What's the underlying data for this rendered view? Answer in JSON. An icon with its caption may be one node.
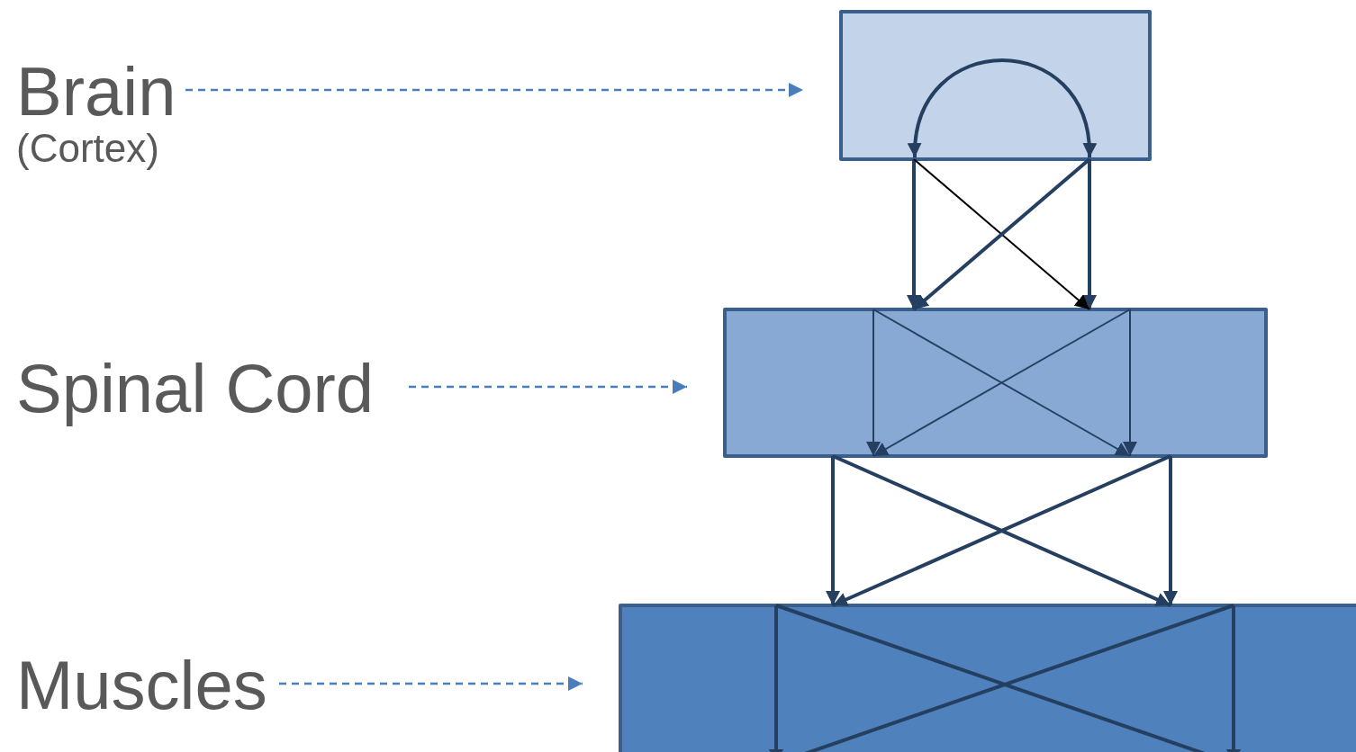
{
  "diagram": {
    "nodes": [
      {
        "text": [
          "Brain",
          "(Cortex)"
        ]
      },
      {
        "text": [
          "Spinal Cord"
        ]
      },
      {
        "text": [
          "Muscles"
        ]
      },
      {
        "text": [],
        "shape": "box"
      },
      {
        "text": [],
        "shape": "box"
      },
      {
        "text": [],
        "shape": "box"
      }
    ],
    "edges": [
      {
        "from": 0,
        "to": 3,
        "arrow": "to",
        "style": "dashed",
        "color": "#4a7ebb"
      },
      {
        "from": 1,
        "to": 4,
        "arrow": "to",
        "style": "dashed",
        "color": "#4a7ebb"
      },
      {
        "from": 2,
        "to": 5,
        "arrow": "to",
        "style": "dashed",
        "color": "#4a7ebb"
      },
      {
        "from": 3,
        "to": 3,
        "arrow": "both"
      },
      {
        "from": 3,
        "to": 4,
        "arrow": "to"
      },
      {
        "from": 3,
        "to": 4,
        "arrow": "to"
      },
      {
        "from": 3,
        "to": 4,
        "arrow": "to",
        "color": "#000000"
      },
      {
        "from": 3,
        "to": 4,
        "arrow": "to"
      },
      {
        "from": 4,
        "to": 4,
        "arrow": "to"
      },
      {
        "from": 4,
        "to": 4,
        "arrow": "to"
      },
      {
        "from": 4,
        "to": 4,
        "arrow": "to"
      },
      {
        "from": 4,
        "to": 4,
        "arrow": "to"
      },
      {
        "from": 4,
        "to": 5,
        "arrow": "to"
      },
      {
        "from": 4,
        "to": 5,
        "arrow": "to"
      },
      {
        "from": 4,
        "to": 5,
        "arrow": "to"
      },
      {
        "from": 4,
        "to": 5,
        "arrow": "to"
      },
      {
        "from": 5,
        "to": 5,
        "arrow": "to"
      },
      {
        "from": 5,
        "to": 5,
        "arrow": "to"
      },
      {
        "from": 5,
        "to": 5,
        "arrow": "to"
      },
      {
        "from": 5,
        "to": 5,
        "arrow": "to"
      }
    ]
  }
}
